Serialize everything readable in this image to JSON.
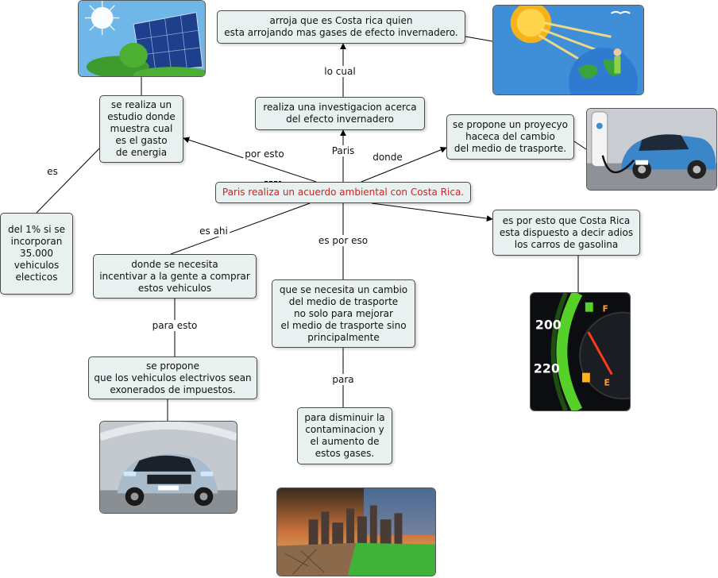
{
  "nodes": {
    "center": "Paris realiza un acuerdo ambiental con Costa Rica.",
    "estudio": "se realiza un\nestudio donde\nmuestra cual\nes el gasto\nde energia",
    "uno_por_ciento": "del 1% si se\nincorporan\n35.000\nvehiculos\nelecticos",
    "investigacion": "realiza una investigacion acerca\ndel efecto invernadero",
    "arroja": "arroja que es Costa rica quien\nesta arrojando mas gases de efecto invernadero.",
    "proyecto": "se propone un proyecyo\nhaceca del cambio\ndel medio de trasporte.",
    "gasolina": "es por esto que Costa Rica\nesta dispuesto a decir adios\nlos carros de gasolina",
    "incentivar": "donde se necesita\nincentivar a la gente a comprar\nestos vehiculos",
    "exonerados": "se propone\nque los vehiculos electrivos sean\nexonerados de impuestos.",
    "cambio": "que se necesita un cambio\ndel medio de trasporte\nno solo para mejorar\nel medio de trasporte sino\nprincipalmente",
    "disminuir": "para disminuir la\ncontaminacion y\nel aumento de\nestos gases."
  },
  "links": {
    "por_esto": "por esto",
    "paris": "Paris",
    "lo_cual": "lo cual",
    "donde": "donde",
    "es": "es",
    "es_ahi": "es ahi",
    "es_por_eso": "es por eso",
    "para_esto": "para esto",
    "para": "para"
  },
  "images": [
    "solar-panels-image",
    "sun-earth-image",
    "ev-charging-image",
    "fuel-gauge-image",
    "electric-car-image",
    "pollution-city-image"
  ],
  "colors": {
    "node_fill": "#e8f0f0",
    "node_border": "#4a4a4a",
    "center_text": "#d81e1e",
    "edge": "#000000"
  }
}
